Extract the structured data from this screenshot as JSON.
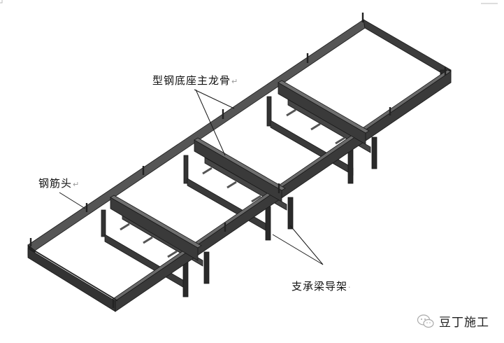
{
  "figure": {
    "labels": {
      "main_keel": "型钢底座主龙骨",
      "rebar_head": "钢筋头",
      "support_guide": "支承梁导架"
    },
    "paragraph_marks": {
      "main_keel": "↵",
      "rebar_head": "↵",
      "support_guide": "·"
    },
    "watermark": {
      "icon": "wechat-icon",
      "text": "豆丁施工"
    },
    "colors": {
      "steel_dark": "#2b2b2b",
      "steel_mid": "#4a4a4a",
      "steel_light": "#6e6e6e",
      "leader_line": "#1a1a1a",
      "background": "#ffffff"
    }
  }
}
